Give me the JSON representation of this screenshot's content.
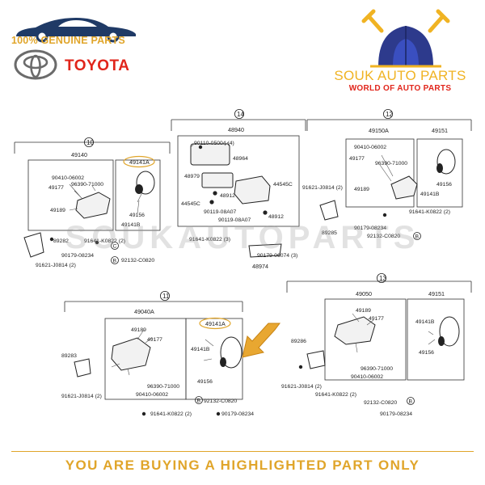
{
  "header": {
    "genuine_parts": "100% GENUINE PARTS",
    "brand": "TOYOTA"
  },
  "seller": {
    "name": "SOUK AUTO PARTS",
    "tagline": "WORLD OF AUTO PARTS"
  },
  "watermark": "SOUKAUTOPARTS",
  "footer": "YOU ARE BUYING A HIGHLIGHTED PART ONLY",
  "colors": {
    "gold": "#e0a52a",
    "red": "#e1251b",
    "navy": "#1f3a66"
  },
  "diagram": {
    "group_numbers": [
      "10",
      "14",
      "12",
      "11",
      "13"
    ],
    "group_10": {
      "assembly": "49140",
      "highlighted_label": "49141A",
      "parts": [
        "90410-06002",
        "96390-71000",
        "49177",
        "49189",
        "49156",
        "49141B",
        "89282",
        "91641-K0822 (2)",
        "90179-08234",
        "91621-J0814 (2)",
        "92132-C0820"
      ],
      "ref_marks": [
        "C",
        "B"
      ]
    },
    "group_14": {
      "assembly": "48940",
      "parts": [
        "90110-05004 (4)",
        "48964",
        "48979",
        "48912",
        "44545C",
        "44545C",
        "90119-08A07",
        "90119-08A07",
        "48912",
        "91641-K0822 (3)",
        "90179-06074 (3)",
        "48974"
      ]
    },
    "group_12": {
      "assembly": "49150A",
      "side_assembly": "49151",
      "parts": [
        "90410-06002",
        "49177",
        "96390-71000",
        "49189",
        "49141B",
        "49156",
        "91621-J0814 (2)",
        "91641-K0822 (2)",
        "89285",
        "90179-08234",
        "92132-C0820"
      ],
      "ref_marks": [
        "B"
      ]
    },
    "group_11": {
      "assembly": "49040A",
      "highlighted_label": "49141A",
      "parts": [
        "49189",
        "49177",
        "89283",
        "96390-71000",
        "90410-06002",
        "91621-J0814 (2)",
        "91641-K0822 (2)",
        "49141B",
        "49156",
        "92132-C0820",
        "90179-08234"
      ],
      "ref_marks": [
        "B"
      ]
    },
    "group_13": {
      "assembly": "49050",
      "side_assembly": "49151",
      "parts": [
        "49189",
        "49177",
        "89286",
        "49141B",
        "49156",
        "96390-71000",
        "90410-06002",
        "91621-J0814 (2)",
        "91641-K0822 (2)",
        "92132-C0820",
        "90179-08234"
      ],
      "ref_marks": [
        "B"
      ]
    }
  }
}
